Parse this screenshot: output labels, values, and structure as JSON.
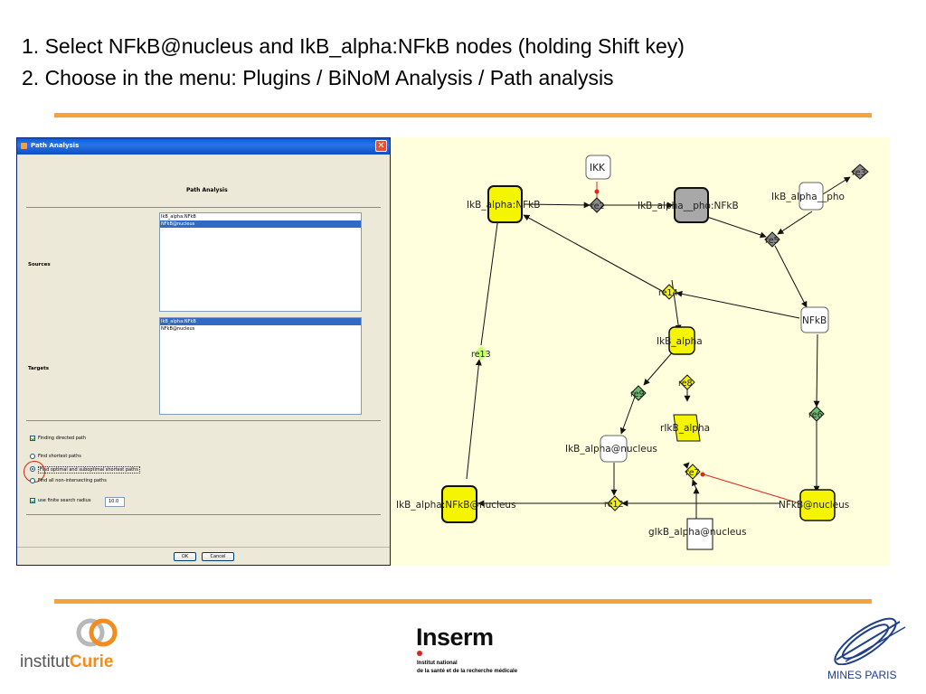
{
  "instructions": {
    "line1": "1. Select NFkB@nucleus and IkB_alpha:NFkB nodes (holding Shift key)",
    "line2": "2. Choose in the menu: Plugins / BiNoM Analysis / Path analysis"
  },
  "dialog": {
    "title": "Path Analysis",
    "heading": "Path Analysis",
    "sources_label": "Sources",
    "targets_label": "Targets",
    "sources_items": [
      {
        "label": "IkB_alpha:NFkB",
        "selected": false
      },
      {
        "label": "NFkB@nucleus",
        "selected": true
      }
    ],
    "targets_items": [
      {
        "label": "IkB_alpha:NFkB",
        "selected": true
      },
      {
        "label": "NFkB@nucleus",
        "selected": false
      }
    ],
    "options": {
      "directed": {
        "label": "Finding directed path",
        "checked": true
      },
      "shortest": {
        "label": "Find shortest paths",
        "checked": false
      },
      "optimal": {
        "label": "Find optimal and suboptimal shortest paths",
        "checked": true
      },
      "nonintersecting": {
        "label": "Find all non-intersecting paths",
        "checked": false
      },
      "finite_radius": {
        "label": "use finite search radius",
        "checked": true,
        "value": "10.0"
      }
    },
    "ok_label": "OK",
    "cancel_label": "Cancel"
  },
  "network": {
    "nodes": {
      "ikk": "IKK",
      "ikb_nfkb": "IkB_alpha:NFkB",
      "ikb_pho_nfkb": "IkB_alpha__pho:NFkB",
      "ikb_pho": "IkB_alpha__pho",
      "nfkb": "NFkB",
      "ikb_alpha": "IkB_alpha",
      "rikb_alpha": "rIkB_alpha",
      "ikb_nucleus": "IkB_alpha@nucleus",
      "ikb_nfkb_nucleus": "IkB_alpha:NFkB@nucleus",
      "nfkb_nucleus": "NFkB@nucleus",
      "gikb_nucleus": "gIkB_alpha@nucleus"
    },
    "reactions": {
      "re2": "re2",
      "re3": "re3",
      "re5": "re5",
      "re14": "re14",
      "re13": "re13",
      "re8": "re8",
      "re9": "re9",
      "re6": "re6",
      "re7": "re7",
      "re12": "re12"
    },
    "colors": {
      "highlight": "#f5f500",
      "gray": "#a8a8a8",
      "green": "#6fba6f",
      "path_edge": "#e0251b",
      "background": "#fffedd"
    }
  },
  "logos": {
    "curie_prefix": "institut",
    "curie_name": "Curie",
    "inserm_name": "Inserm",
    "inserm_sub1": "Institut national",
    "inserm_sub2": "de la santé et de la recherche médicale",
    "mines": "MINES PARIS"
  }
}
